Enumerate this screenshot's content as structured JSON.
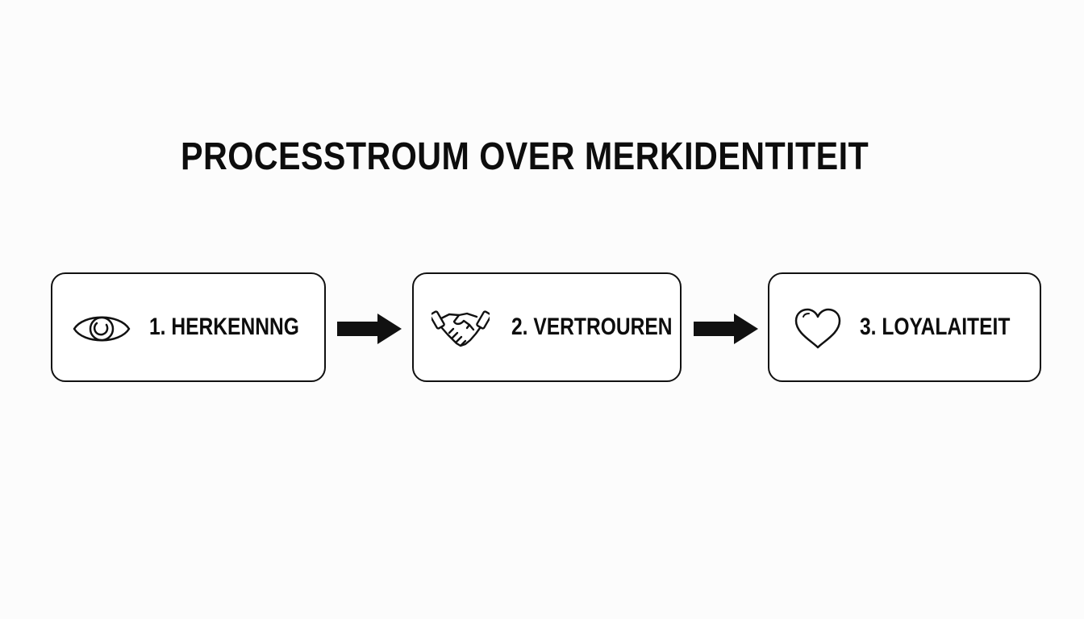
{
  "title": "PROCESSTROUM OVER MERKIDENTITEIT",
  "steps": [
    {
      "label": "1. HERKENNNG",
      "icon": "eye-icon"
    },
    {
      "label": "2. VERTROUREN",
      "icon": "handshake-icon"
    },
    {
      "label": "3. LOYALAITEIT",
      "icon": "heart-icon"
    }
  ],
  "colors": {
    "background": "#fcfcfc",
    "ink": "#111111",
    "box_fill": "#ffffff"
  }
}
